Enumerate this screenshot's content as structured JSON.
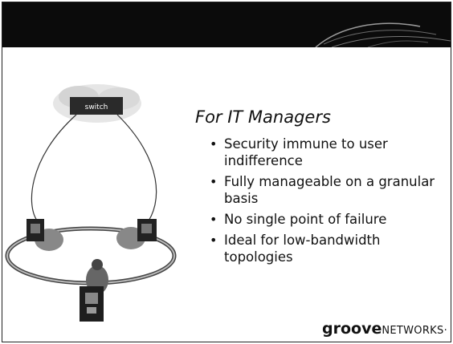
{
  "slide": {
    "title": "For IT Managers",
    "bullets": [
      "Security immune to user indifference",
      "Fully manageable on a granular basis",
      "No single point of failure",
      "Ideal for low-bandwidth topologies"
    ]
  },
  "illustration": {
    "switch_label": "switch"
  },
  "logo": {
    "prefix": "groove",
    "suffix": "NETWORKS",
    "mark": "·"
  },
  "colors": {
    "header": "#0b0b0b",
    "background": "#ffffff",
    "text": "#111111"
  }
}
